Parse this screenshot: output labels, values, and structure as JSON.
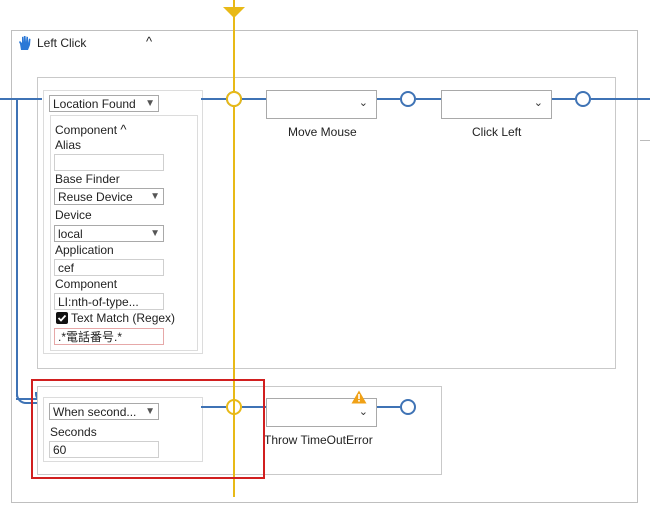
{
  "activity": {
    "title": "Left Click",
    "icon": "hand-icon",
    "collapse_glyph": "^"
  },
  "location_found": {
    "select_value": "Location Found",
    "component_header": "Component",
    "component_toggle": "^",
    "alias_label": "Alias",
    "alias_value": "",
    "base_finder_label": "Base Finder",
    "base_finder_value": "Reuse Device",
    "device_label": "Device",
    "device_value": "local",
    "application_label": "Application",
    "application_value": "cef",
    "component_label": "Component",
    "component_value": "LI:nth-of-type...",
    "text_match_label": "Text Match (Regex)",
    "text_match_checked": true,
    "regex_value": ".*電話番号.*"
  },
  "steps": [
    {
      "label": "Move Mouse",
      "value": ""
    },
    {
      "label": "Click Left",
      "value": ""
    }
  ],
  "timeout": {
    "select_value": "When second...",
    "seconds_label": "Seconds",
    "seconds_value": "60",
    "action_label": "Throw TimeOutError",
    "warning_icon": "warning-icon"
  },
  "colors": {
    "connector": "#3f73b5",
    "timeline": "#e8b917",
    "highlight": "#d11f1f",
    "regex_border": "#e6a8a8"
  }
}
